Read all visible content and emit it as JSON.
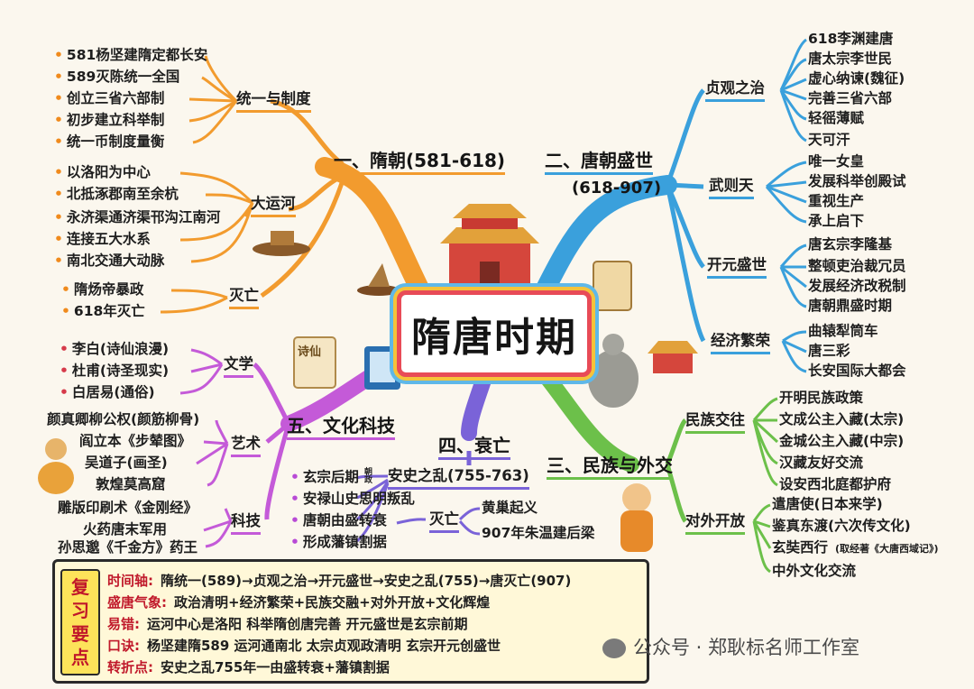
{
  "title": "隋唐时期",
  "sui": {
    "title": "一、隋朝(581-618)",
    "unify": {
      "label": "统一与制度",
      "items": [
        "581杨坚建隋定都长安",
        "589灭陈统一全国",
        "创立三省六部制",
        "初步建立科举制",
        "统一币制度量衡"
      ]
    },
    "canal": {
      "label": "大运河",
      "items": [
        "以洛阳为中心",
        "北抵涿郡南至余杭",
        "永济渠通济渠邗沟江南河",
        "连接五大水系",
        "南北交通大动脉"
      ]
    },
    "fall": {
      "label": "灭亡",
      "items": [
        "隋炀帝暴政",
        "618年灭亡"
      ]
    }
  },
  "tang": {
    "title": "二、唐朝盛世",
    "years": "(618-907)",
    "zhenguan": {
      "label": "贞观之治",
      "items": [
        "618李渊建唐",
        "唐太宗李世民",
        "虚心纳谏(魏征)",
        "完善三省六部",
        "轻徭薄赋",
        "天可汗"
      ]
    },
    "wuzetian": {
      "label": "武则天",
      "items": [
        "唯一女皇",
        "发展科举创殿试",
        "重视生产",
        "承上启下"
      ]
    },
    "kaiyuan": {
      "label": "开元盛世",
      "items": [
        "唐玄宗李隆基",
        "整顿吏治裁冗员",
        "发展经济改税制",
        "唐朝鼎盛时期"
      ]
    },
    "economy": {
      "label": "经济繁荣",
      "items": [
        "曲辕犁筒车",
        "唐三彩",
        "长安国际大都会"
      ]
    }
  },
  "diplomacy": {
    "title": "三、民族与外交",
    "ethnic": {
      "label": "民族交往",
      "items": [
        "开明民族政策",
        "文成公主入藏(太宗)",
        "金城公主入藏(中宗)",
        "汉藏友好交流",
        "设安西北庭都护府"
      ]
    },
    "open": {
      "label": "对外开放",
      "items": [
        "遣唐使(日本来学)",
        "鉴真东渡(六次传文化)",
        "玄奘西行",
        "(取经著《大唐西域记》)",
        "中外文化交流"
      ]
    }
  },
  "decline": {
    "title": "四、衰亡",
    "anshi": {
      "label": "安史之乱(755-763)",
      "items": [
        "玄宗后期",
        "朝政",
        "安禄山史思明叛乱",
        "唐朝由盛转衰",
        "形成藩镇割据"
      ]
    },
    "fall": {
      "label": "灭亡",
      "items": [
        "黄巢起义",
        "907年朱温建后梁"
      ]
    }
  },
  "culture": {
    "title": "五、文化科技",
    "literature": {
      "label": "文学",
      "items": [
        "李白(诗仙浪漫)",
        "杜甫(诗圣现实)",
        "白居易(通俗)"
      ]
    },
    "art": {
      "label": "艺术",
      "items": [
        "颜真卿柳公权(颜筋柳骨)",
        "阎立本《步辇图》",
        "吴道子(画圣)",
        "敦煌莫高窟"
      ]
    },
    "tech": {
      "label": "科技",
      "items": [
        "雕版印刷术《金刚经》",
        "火药唐末军用",
        "孙思邈《千金方》药王"
      ]
    }
  },
  "review": {
    "title": [
      "复",
      "习",
      "要",
      "点"
    ],
    "rows": [
      {
        "label": "时间轴:",
        "text": "隋统一(589)→贞观之治→开元盛世→安史之乱(755)→唐灭亡(907)"
      },
      {
        "label": "盛唐气象:",
        "text": "政治清明+经济繁荣+民族交融+对外开放+文化辉煌"
      },
      {
        "label": "易错:",
        "text": "运河中心是洛阳  科举隋创唐完善  开元盛世是玄宗前期"
      },
      {
        "label": "口诀:",
        "text": "杨坚建隋589  运河通南北  太宗贞观政清明  玄宗开元创盛世"
      },
      {
        "label": "转折点:",
        "text": "安史之乱755年一由盛转衰+藩镇割据"
      }
    ]
  },
  "watermark": "公众号 · 郑耿标名师工作室",
  "illustration_labels": {
    "scroll": "诗仙"
  },
  "colors": {
    "sui": "#f29b2e",
    "tang": "#3aa0dc",
    "diplomacy": "#6cc04a",
    "decline": "#7a63d8",
    "culture": "#c45ad8",
    "accent": "#e84b57"
  }
}
